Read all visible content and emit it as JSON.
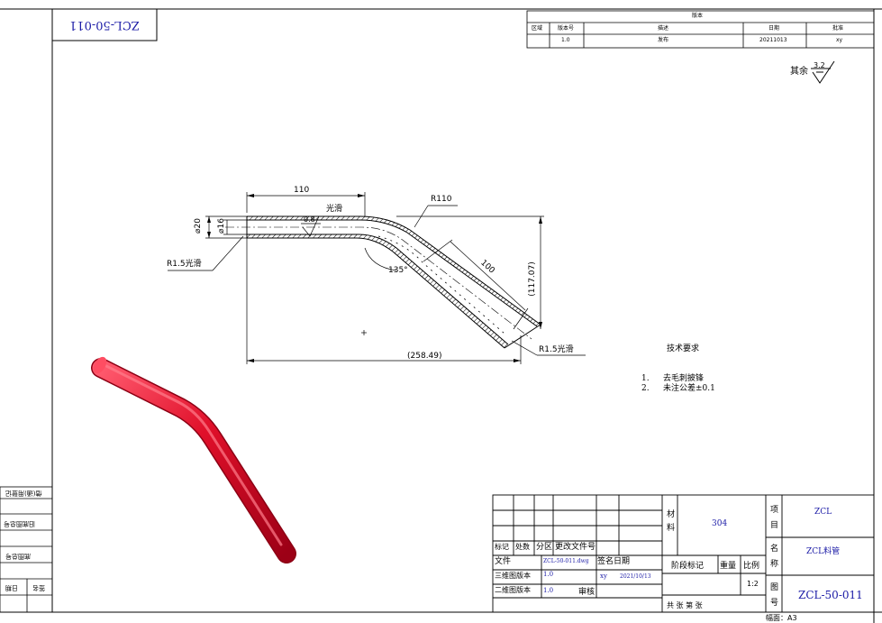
{
  "top_stamp": "ZCL-50-011",
  "revision_table": {
    "title": "版本",
    "headers": [
      "区域",
      "版本号",
      "描述",
      "日期",
      "批准"
    ],
    "row": [
      "",
      "1.0",
      "发布",
      "20211013",
      "xy"
    ]
  },
  "roughness": {
    "label": "其余",
    "value": "3.2"
  },
  "dims": {
    "d110": "110",
    "smooth_top": "光滑",
    "r110": "R110",
    "d08": "0.8",
    "phi20": "⌀20",
    "phi16": "⌀16",
    "r15_left": "R1.5光滑",
    "angle": "135°",
    "d100": "100",
    "d117": "(117.07)",
    "r15_right": "R1.5光滑",
    "d258": "(258.49)"
  },
  "tech": {
    "title": "技术要求",
    "items": [
      {
        "num": "1.",
        "text": "去毛刺披锋"
      },
      {
        "num": "2.",
        "text": "未注公差±0.1"
      }
    ]
  },
  "side_labels": [
    "旧底图总号",
    "底图总号",
    "日期",
    "签名",
    "借(通)用登记"
  ],
  "title_block": {
    "mark_headers": [
      "标记",
      "处数",
      "分区",
      "更改文件号"
    ],
    "sign_date": "签名日期",
    "file_label": "文件",
    "file_value": "ZCL-50-011.dwg",
    "three_d_label": "三维图版本",
    "three_d_value": "1.0",
    "two_d_label": "二维图版本",
    "two_d_value": "1.0",
    "sign_label": "签名",
    "xy": "xy",
    "date": "2021/10/13",
    "review_label": "审核",
    "material_label": "材料",
    "material_value": "304",
    "stage_label": "阶段标记",
    "weight_label": "重量",
    "scale_label": "比例",
    "scale_value": "1:2",
    "sheets": "共   张  第   张",
    "project_label": "项目",
    "project_value": "ZCL",
    "name_label": "名称",
    "name_value": "ZCL料管",
    "drawing_no_label": "图号",
    "drawing_no_value": "ZCL-50-011",
    "format": "幅面：A3"
  },
  "colors": {
    "tube": "#e0102a",
    "blue_text": "#1a1aa6"
  }
}
